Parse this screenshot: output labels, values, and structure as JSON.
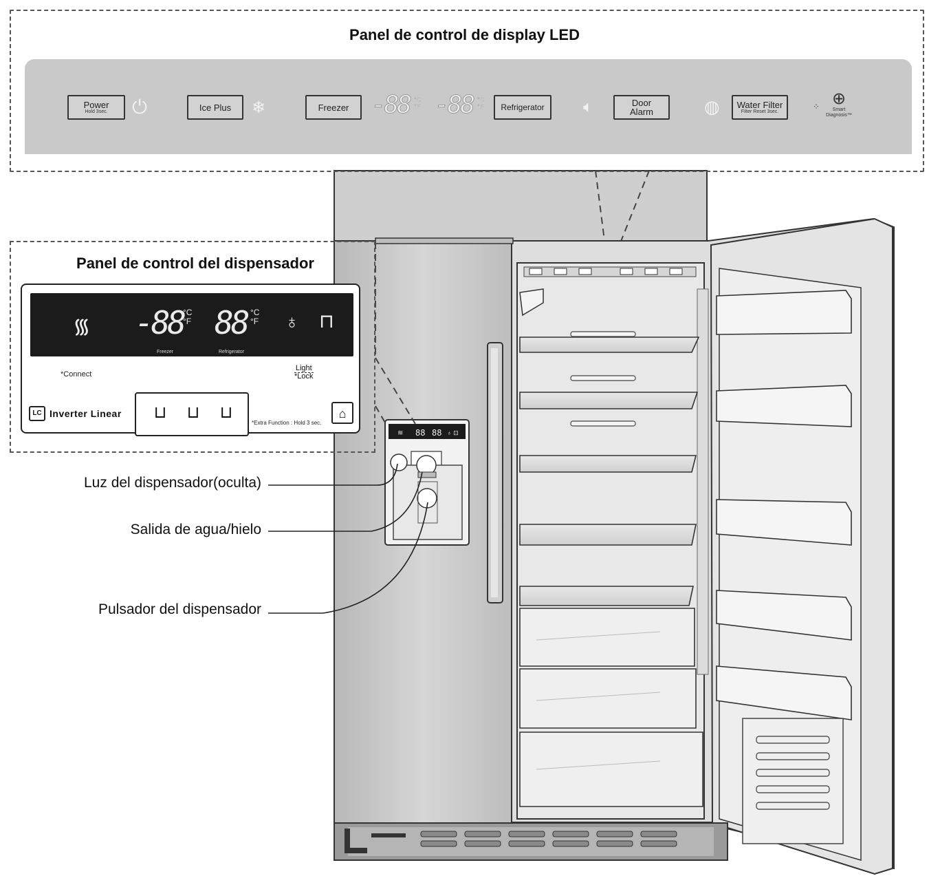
{
  "led_panel": {
    "title": "Panel de control de display LED",
    "buttons": {
      "power": {
        "label": "Power",
        "sub": "Hold 3sec."
      },
      "ice_plus": {
        "label": "Ice Plus"
      },
      "freezer": {
        "label": "Freezer"
      },
      "refrigerator": {
        "label": "Refrigerator"
      },
      "door_alarm": {
        "label_line1": "Door",
        "label_line2": "Alarm"
      },
      "water_filter": {
        "label": "Water Filter",
        "sub": "Filter Reset 3sec."
      }
    },
    "freezer_display": "-88",
    "refrigerator_display": "-88",
    "unit_c": "°C",
    "unit_f": "°F",
    "smart_diagnosis_line1": "Smart",
    "smart_diagnosis_line2": "Diagnosis™"
  },
  "dispenser_panel": {
    "title": "Panel de control del dispensador",
    "freezer_display": "-88",
    "refrigerator_display": "88",
    "freezer_caption": "Freezer",
    "refrigerator_caption": "Refrigerator",
    "unit_c": "°C",
    "unit_f": "°F",
    "connect_label": "*Connect",
    "light_label": "Light",
    "lock_label": "*Lock",
    "inverter_label": "Inverter Linear",
    "extra_function_label": "*Extra Function : Hold 3 sec."
  },
  "callouts": {
    "light": "Luz del dispensador(oculta)",
    "outlet": "Salida de agua/hielo",
    "pusher": "Pulsador del dispensador"
  },
  "icons": {
    "power": "power-icon",
    "ice_plus": "snowflake-icon",
    "door_alarm": "speaker-icon",
    "water_filter": "filter-icon",
    "smart_diagnosis": "smart-diagnosis-icon",
    "wifi": "wifi-icon",
    "light": "bulb-icon",
    "lock": "lock-icon",
    "cubed_ice": "cubed-ice-icon",
    "water": "water-cup-icon",
    "crushed_ice": "crushed-ice-icon",
    "smart_care": "home-care-icon"
  }
}
